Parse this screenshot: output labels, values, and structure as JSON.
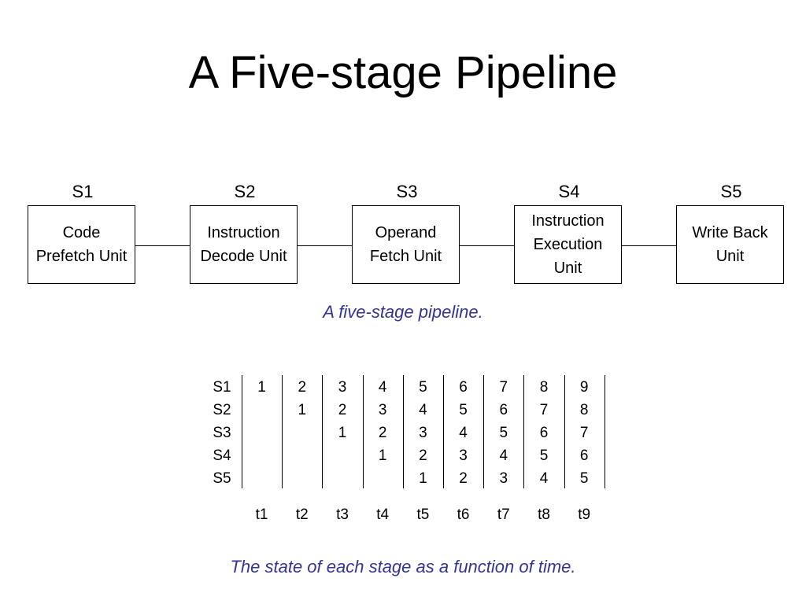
{
  "title": "A Five-stage Pipeline",
  "pipeline": {
    "stages": [
      {
        "id": "S1",
        "name": "Code\nPrefetch Unit"
      },
      {
        "id": "S2",
        "name": "Instruction\nDecode Unit"
      },
      {
        "id": "S3",
        "name": "Operand\nFetch Unit"
      },
      {
        "id": "S4",
        "name": "Instruction\nExecution\nUnit"
      },
      {
        "id": "S5",
        "name": "Write Back\nUnit"
      }
    ],
    "caption": "A five-stage pipeline."
  },
  "timing_table": {
    "row_labels": [
      "S1",
      "S2",
      "S3",
      "S4",
      "S5"
    ],
    "time_labels": [
      "t1",
      "t2",
      "t3",
      "t4",
      "t5",
      "t6",
      "t7",
      "t8",
      "t9"
    ],
    "cells": [
      [
        "1",
        "2",
        "3",
        "4",
        "5",
        "6",
        "7",
        "8",
        "9"
      ],
      [
        "",
        "1",
        "2",
        "3",
        "4",
        "5",
        "6",
        "7",
        "8"
      ],
      [
        "",
        "",
        "1",
        "2",
        "3",
        "4",
        "5",
        "6",
        "7"
      ],
      [
        "",
        "",
        "",
        "1",
        "2",
        "3",
        "4",
        "5",
        "6"
      ],
      [
        "",
        "",
        "",
        "",
        "1",
        "2",
        "3",
        "4",
        "5"
      ]
    ],
    "caption": "The state of each stage as a function of time."
  }
}
